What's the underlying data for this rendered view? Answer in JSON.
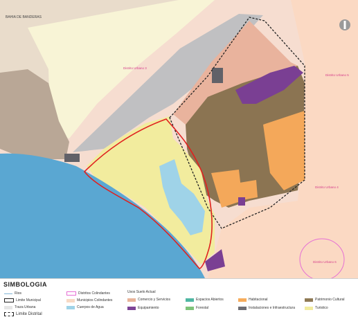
{
  "map": {
    "top_left_label": "BAHIA DE BANDERAS",
    "district_labels": [
      "Distrito Urbano 3",
      "Distrito Urbano 5",
      "Distrito Urbano 4",
      "Distrito Urbano 6"
    ]
  },
  "legend": {
    "title": "SIMBOLOGIA",
    "col1": [
      "Rios",
      "Limite Municipal",
      "Traza Urbana",
      "Limite Distrital"
    ],
    "col2": [
      "Distritos Colindantes",
      "Municipios Colindantes",
      "Cuerpos de Agua"
    ],
    "subtitle": "Usos Suelo Actual",
    "land_use": [
      {
        "label": "Comercio y Servicios",
        "color": "#e8b49a"
      },
      {
        "label": "Espacios Abiertos",
        "color": "#4fb7a3"
      },
      {
        "label": "Habitacional",
        "color": "#f6ac5c"
      },
      {
        "label": "Patrimonio Cultural",
        "color": "#8f7a55"
      },
      {
        "label": "Equipamiento",
        "color": "#7d4496"
      },
      {
        "label": "Forestal",
        "color": "#7fc37a"
      },
      {
        "label": "Instalaciones e Infraestructura",
        "color": "#6e6e74"
      },
      {
        "label": "Turistico",
        "color": "#f2ec9e"
      }
    ]
  },
  "colors": {
    "sea": "#5aa7d2",
    "water_body": "#9fd3e8",
    "urban_background": "#f6ddd0",
    "municipality_bg": "#f8f1d6",
    "road": "#bdbdbd",
    "district_outline": "#e0211f"
  }
}
